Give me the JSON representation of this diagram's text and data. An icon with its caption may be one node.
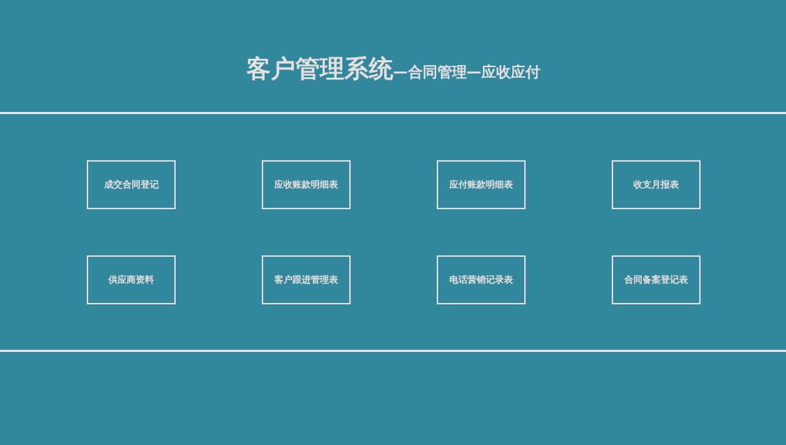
{
  "diagram": {
    "title": "客户管理系统",
    "labels": [
      "—合同管理—应收应付"
    ],
    "nodes": [
      {
        "text": [
          "成交合同登记"
        ]
      },
      {
        "text": [
          "应收账款明细表"
        ]
      },
      {
        "text": [
          "应付账款明细表"
        ]
      },
      {
        "text": [
          "收支月报表"
        ]
      },
      {
        "text": [
          "供应商资料"
        ]
      },
      {
        "text": [
          "客户跟进管理表"
        ]
      },
      {
        "text": [
          "电话营销记录表"
        ]
      },
      {
        "text": [
          "合同备案登记表"
        ]
      }
    ]
  }
}
